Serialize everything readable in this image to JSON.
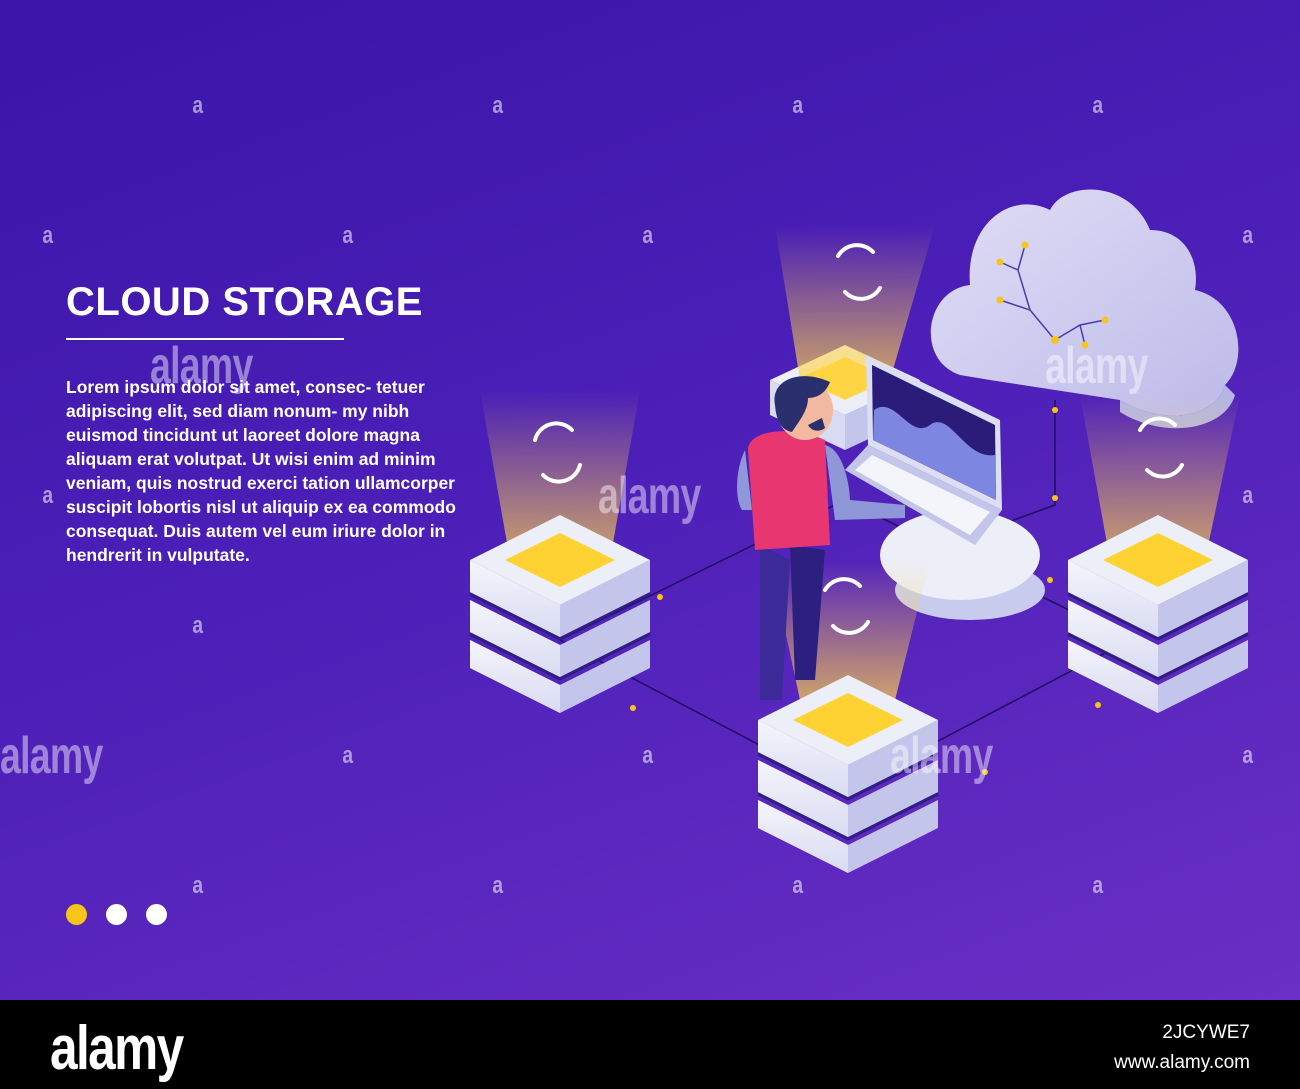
{
  "banner": {
    "title": "CLOUD STORAGE",
    "body": "Lorem ipsum dolor sit amet, consec- tetuer adipiscing elit, sed diam nonum- my nibh euismod tincidunt ut laoreet dolore magna aliquam erat volutpat. Ut wisi enim ad minim veniam, quis nostrud exerci tation ullamcorper suscipit lobortis nisl ut aliquip ex ea commodo consequat. Duis autem vel eum iriure dolor in hendrerit in vulputate.",
    "pagination": [
      {
        "color": "#f5c518",
        "active": true
      },
      {
        "color": "#ffffff",
        "active": false
      },
      {
        "color": "#ffffff",
        "active": false
      }
    ]
  },
  "colors": {
    "background_start": "#3a15a8",
    "background_end": "#6a2fc4",
    "accent_yellow": "#f5c518",
    "server_face": "#eceef8",
    "person_shirt": "#e83670"
  },
  "watermark": {
    "letter": "a",
    "word": "alamy"
  },
  "footer": {
    "logo": "alamy",
    "image_id": "2JCYWE7",
    "url": "www.alamy.com"
  }
}
